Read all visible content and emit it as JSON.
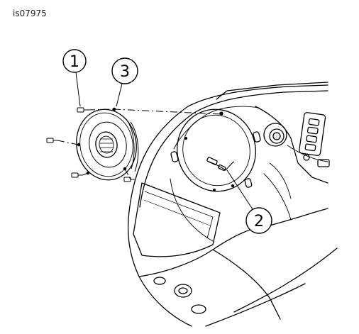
{
  "figure_id": "is07975",
  "callouts": [
    {
      "label": "1"
    },
    {
      "label": "3"
    },
    {
      "label": "2"
    }
  ],
  "colors": {
    "line": "#000000",
    "shade": "#e8e8e8",
    "background": "#ffffff"
  }
}
